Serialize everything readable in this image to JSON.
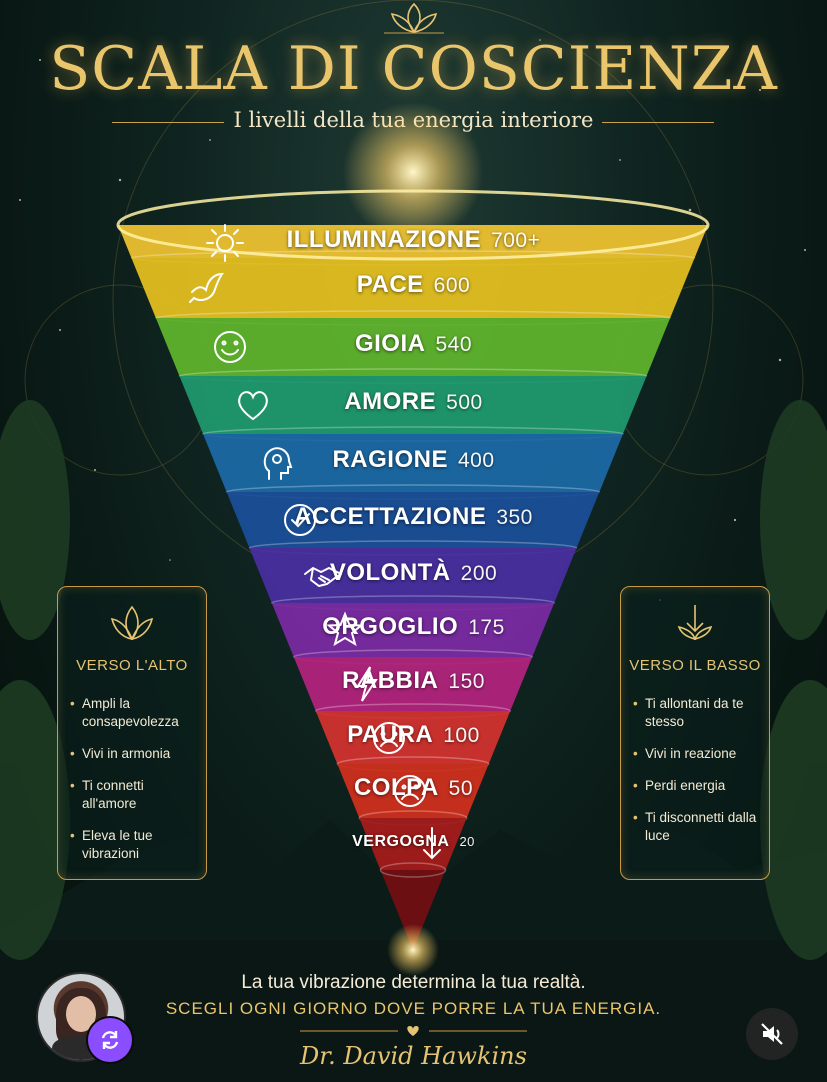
{
  "header": {
    "title": "SCALA DI COSCIENZA",
    "subtitle": "I livelli della tua energia interiore"
  },
  "levels": [
    {
      "name": "ILLUMINAZIONE",
      "value": "700+",
      "icon": "sun-icon",
      "color": "#f2c531"
    },
    {
      "name": "PACE",
      "value": "600",
      "icon": "dove-icon",
      "color": "#e8c21f"
    },
    {
      "name": "GIOIA",
      "value": "540",
      "icon": "smile-icon",
      "color": "#61b62c"
    },
    {
      "name": "AMORE",
      "value": "500",
      "icon": "heart-icon",
      "color": "#1f9b6f"
    },
    {
      "name": "RAGIONE",
      "value": "400",
      "icon": "head-icon",
      "color": "#1c6aa8"
    },
    {
      "name": "ACCETTAZIONE",
      "value": "350",
      "icon": "check-circle-icon",
      "color": "#1b4f9b"
    },
    {
      "name": "VOLONTÀ",
      "value": "200",
      "icon": "handshake-icon",
      "color": "#4a2fa3"
    },
    {
      "name": "ORGOGLIO",
      "value": "175",
      "icon": "star-icon",
      "color": "#7d2aa5"
    },
    {
      "name": "RABBIA",
      "value": "150",
      "icon": "lightning-icon",
      "color": "#b5247f"
    },
    {
      "name": "PAURA",
      "value": "100",
      "icon": "sad-face-icon",
      "color": "#d7332f"
    },
    {
      "name": "COLPA",
      "value": "50",
      "icon": "sad-face-icon",
      "color": "#d4301d"
    },
    {
      "name": "VERGOGNA",
      "value": "20",
      "icon": "arrow-down-icon",
      "color": "#a81b1b"
    }
  ],
  "left_panel": {
    "title": "VERSO L'ALTO",
    "icon": "lotus-icon",
    "items": [
      "Ampli la consapevolezza",
      "Vivi in armonia",
      "Ti connetti all'amore",
      "Eleva le tue vibrazioni"
    ]
  },
  "right_panel": {
    "title": "VERSO IL BASSO",
    "icon": "arrow-down-plant-icon",
    "items": [
      "Ti allontani da te stesso",
      "Vivi in reazione",
      "Perdi energia",
      "Ti disconnetti dalla luce"
    ]
  },
  "footer": {
    "line1": "La tua vibrazione determina la tua realtà.",
    "line2": "SCEGLI OGNI GIORNO DOVE PORRE LA TUA ENERGIA.",
    "signature": "Dr. David Hawkins"
  },
  "colors": {
    "gold": "#e9c56b",
    "accent_purple": "#8a4dff"
  }
}
